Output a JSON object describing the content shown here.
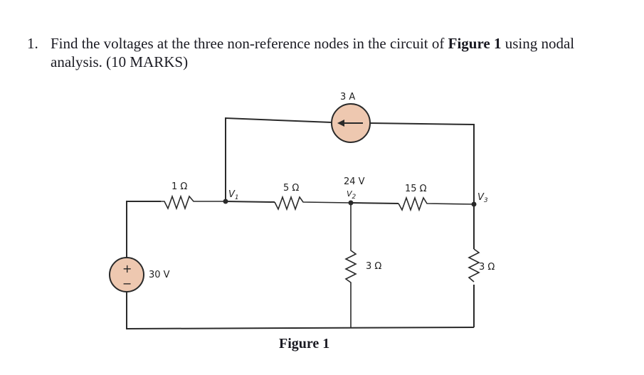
{
  "question": {
    "number": "1.",
    "text_before": "Find the voltages at the three non-reference nodes in the circuit of ",
    "figure_ref": "Figure 1",
    "text_after": " using nodal analysis. (10 MARKS)"
  },
  "circuit": {
    "current_source": {
      "label": "3 A",
      "direction": "left",
      "fill": "#eec8b0"
    },
    "voltage_source": {
      "label": "30 V",
      "plus": "+",
      "minus": "−",
      "fill": "#eec8b0"
    },
    "resistors": [
      {
        "id": "r1",
        "label": "1 Ω"
      },
      {
        "id": "r5",
        "label": "5 Ω"
      },
      {
        "id": "r15",
        "label": "15 Ω"
      },
      {
        "id": "r3a",
        "label": "3 Ω"
      },
      {
        "id": "r3b",
        "label": "3 Ω"
      }
    ],
    "nodes": [
      {
        "id": "v1",
        "name": "V",
        "sub": "1",
        "value": ""
      },
      {
        "id": "v2",
        "name": "V",
        "sub": "2",
        "value": "24 V"
      },
      {
        "id": "v3",
        "name": "V",
        "sub": "3",
        "value": ""
      }
    ]
  },
  "caption": "Figure 1"
}
